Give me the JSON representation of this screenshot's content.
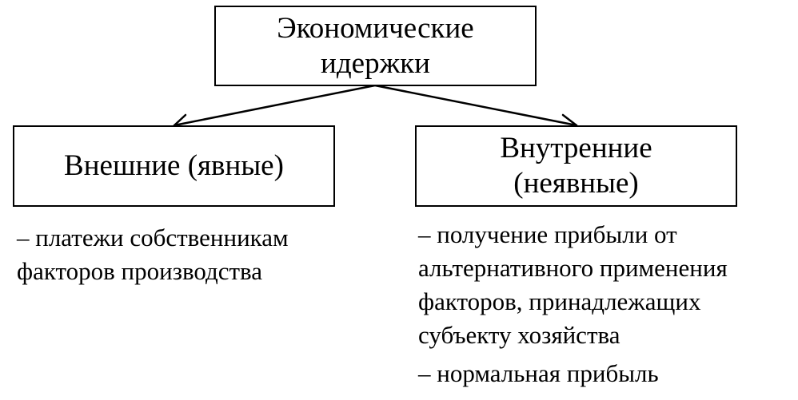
{
  "diagram": {
    "root": {
      "lines": [
        "Экономические",
        "идержки"
      ]
    },
    "left": {
      "lines": [
        "Внешние (явные)"
      ],
      "description": [
        "– платежи собственникам",
        "факторов производства"
      ]
    },
    "right": {
      "lines": [
        "Внутренние",
        "(неявные)"
      ],
      "description": [
        "– получение прибыли от",
        "альтернативного применения",
        "факторов, принадлежащих",
        "субъекту хозяйства",
        "– нормальная прибыль"
      ]
    },
    "colors": {
      "stroke": "#000000",
      "background": "#ffffff"
    }
  }
}
